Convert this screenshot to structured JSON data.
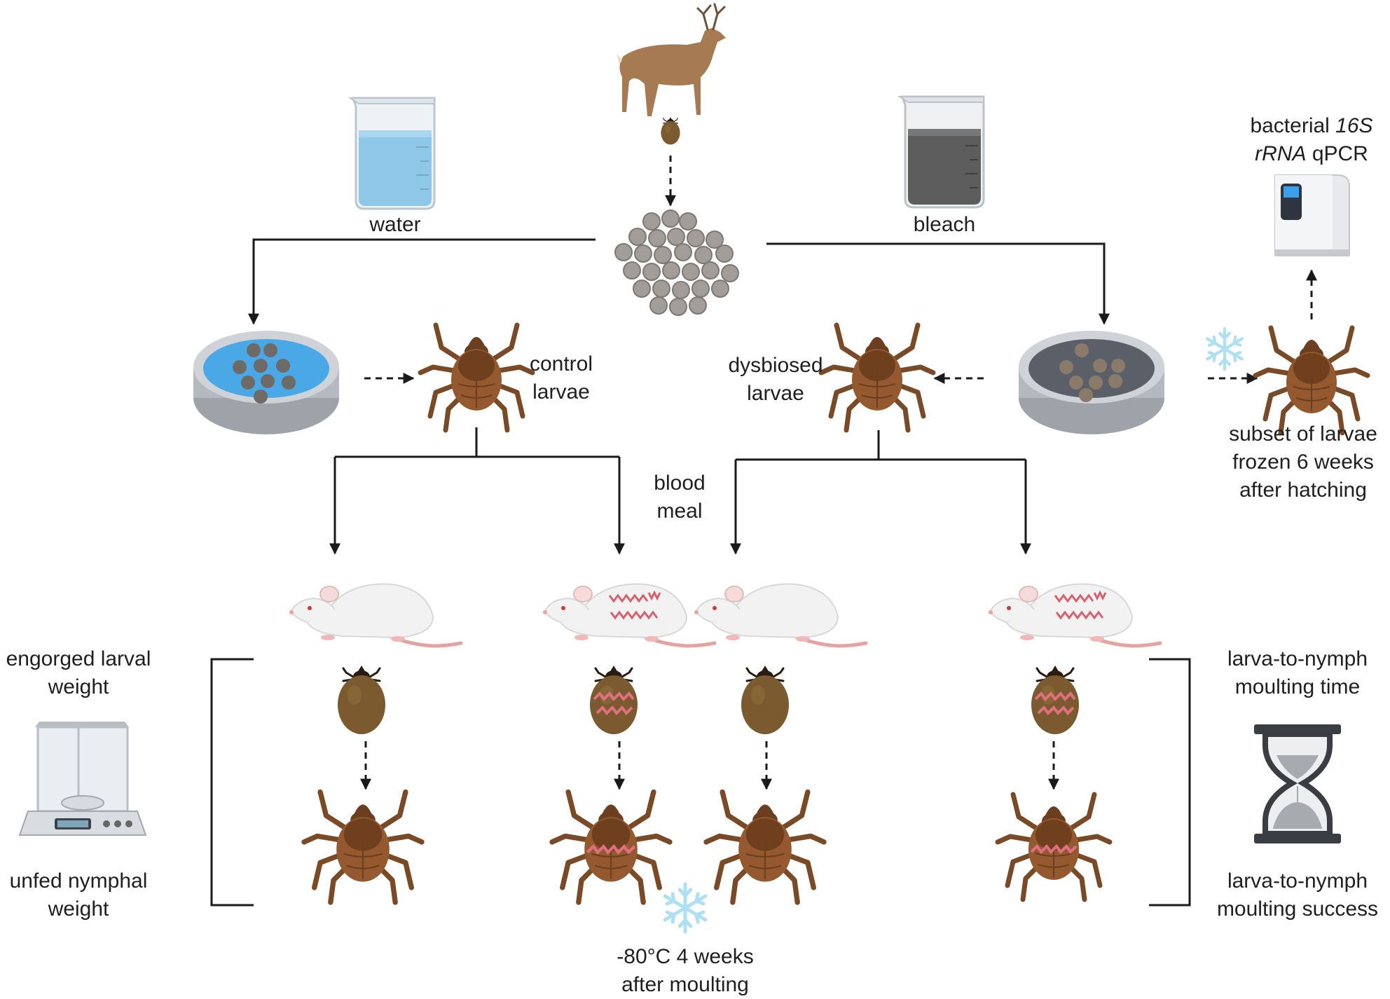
{
  "labels": {
    "water": "water",
    "bleach": "bleach",
    "control_1": "control",
    "control_2": "larvae",
    "dysbiosed_1": "dysbiosed",
    "dysbiosed_2": "larvae",
    "blood_1": "blood",
    "blood_2": "meal",
    "qpcr_a": "bacterial ",
    "qpcr_b": "16S",
    "qpcr_c": "rRNA",
    "qpcr_d": " qPCR",
    "subset_1": "subset of larvae",
    "subset_2": "frozen 6 weeks",
    "subset_3": "after hatching",
    "engorged_1": "engorged larval",
    "engorged_2": "weight",
    "unfed_1": "unfed nymphal",
    "unfed_2": "weight",
    "mtime_1": "larva-to-nymph",
    "mtime_2": "moulting time",
    "msuccess_1": "larva-to-nymph",
    "msuccess_2": "moulting success",
    "freeze_1": "-80°C 4 weeks",
    "freeze_2": "after moulting"
  },
  "colors": {
    "arrow": "#1a1a1a",
    "tick": "#8a5a36",
    "engorged": "#7a5a2e",
    "egg": "#9e9892",
    "water": "#8fc7e8",
    "bleach": "#5d5d5d",
    "dish_water": "#4aa8e6",
    "dish_bleach": "#5b6068",
    "snow": "#aee0f3",
    "pink_stripe": "#e07080"
  },
  "icons": [
    "deer-icon",
    "beaker-icon",
    "egg-cluster-icon",
    "petri-dish-icon",
    "tick-icon",
    "mouse-icon",
    "engorged-tick-icon",
    "snowflake-icon",
    "qpcr-machine-icon",
    "balance-icon",
    "hourglass-icon"
  ]
}
